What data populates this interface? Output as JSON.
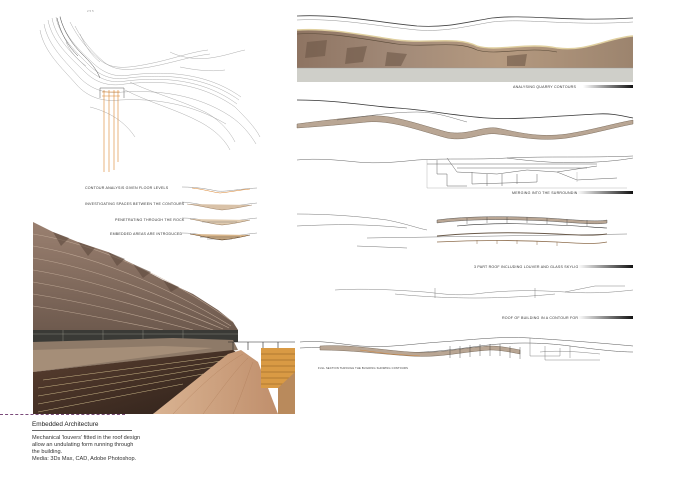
{
  "header_note": "2 5 5",
  "floor_plan_labels": [
    "CONTOUR ANALYSIS GIVEN FLOOR LEVELS",
    "INVESTIGATING SPACES BETWEEN THE CONTOURS",
    "PENETRATING THROUGH THE ROCK",
    "EMBEDDED AREAS ARE INTRODUCED"
  ],
  "section_labels": {
    "quarry": "ANALYSING QUARRY CONTOURS",
    "merging": "MERGING INTO THE SURROUNDINGS",
    "roof_louver": "3 PART ROOF INCLUDING LOUVER AND GLASS SKYLIGHT",
    "roof_contour": "ROOF OF BUILDING IN A CONTOUR FORM",
    "bottom_caption": "FULL SECTION THROUGH THE BUILDING SHOWING CONTOURS"
  },
  "project": {
    "title": "Embedded Architecture",
    "description_lines": [
      "Mechanical 'louvers' fitted in the roof design",
      "allow an undulating form running through",
      "the building.",
      "Media: 3Ds Max, CAD, Adobe Photoshop."
    ]
  },
  "colors": {
    "accent_orange": "#d9822b",
    "rock_tan": "#b59a80",
    "wood": "#c9a27e",
    "line_gray": "#555555"
  }
}
